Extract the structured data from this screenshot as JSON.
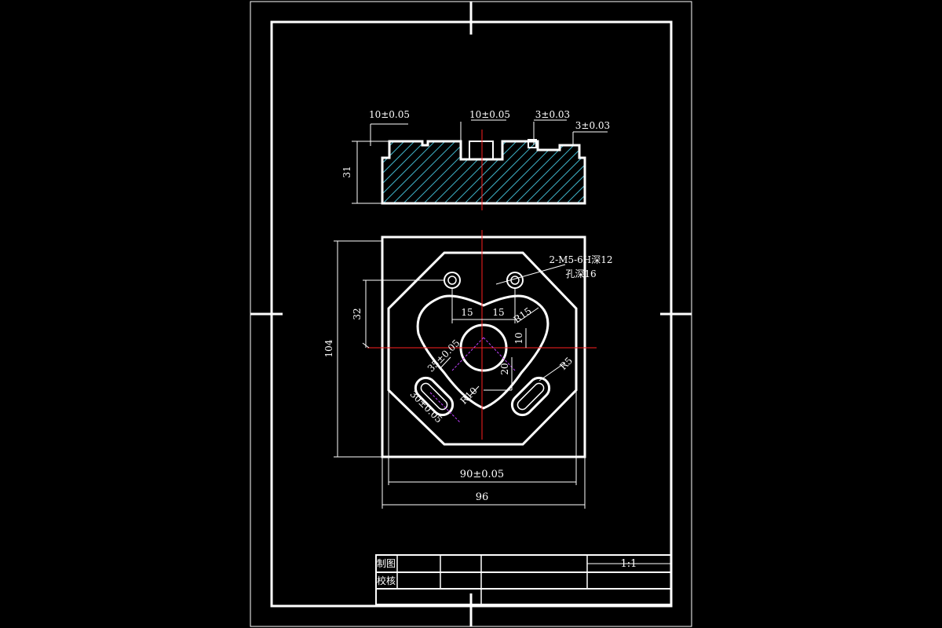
{
  "section_view": {
    "dims": {
      "d1": "10±0.05",
      "d2": "10±0.05",
      "d3": "3±0.03",
      "d4": "3±0.03",
      "height": "31"
    }
  },
  "plan_view": {
    "callout_line1": "2-M5-6H深12",
    "callout_line2": "孔深16",
    "dims": {
      "left_height": "104",
      "inner_height": "32",
      "half_left": "15",
      "half_right": "15",
      "r15": "R15",
      "ten": "10",
      "twenty": "20",
      "r5": "R5",
      "r10": "R10",
      "diag_a": "35±0.05",
      "diag_b": "30±0.05",
      "width_inner": "90±0.05",
      "width_outer": "96"
    }
  },
  "title_block": {
    "row1_label": "制图",
    "row2_label": "校核",
    "scale": "1:1"
  },
  "colors": {
    "line": "#ffffff",
    "centerline": "#ff2020",
    "hatch": "#3fb3c8",
    "construction": "#c040ff"
  }
}
